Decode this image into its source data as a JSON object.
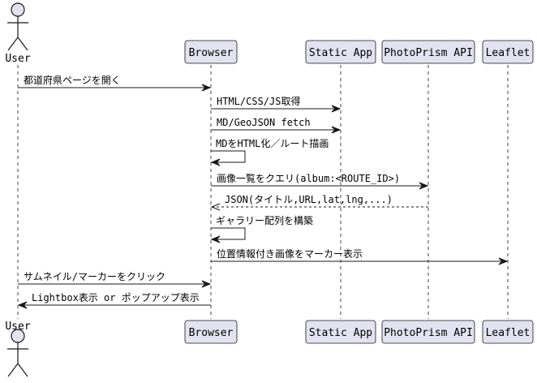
{
  "participants": [
    {
      "id": "user",
      "label": "User",
      "kind": "actor"
    },
    {
      "id": "browser",
      "label": "Browser",
      "kind": "participant"
    },
    {
      "id": "static",
      "label": "Static App",
      "kind": "participant"
    },
    {
      "id": "photoprism",
      "label": "PhotoPrism API",
      "kind": "participant"
    },
    {
      "id": "leaflet",
      "label": "Leaflet",
      "kind": "participant"
    }
  ],
  "messages": [
    {
      "from": "user",
      "to": "browser",
      "label": "都道府県ページを開く",
      "style": "solid"
    },
    {
      "from": "browser",
      "to": "static",
      "label": "HTML/CSS/JS取得",
      "style": "solid"
    },
    {
      "from": "browser",
      "to": "static",
      "label": "MD/GeoJSON fetch",
      "style": "solid"
    },
    {
      "from": "browser",
      "to": "browser",
      "label": "MDをHTML化／ルート描画",
      "style": "self"
    },
    {
      "from": "browser",
      "to": "photoprism",
      "label": "画像一覧をクエリ(album:<ROUTE_ID>)",
      "style": "solid"
    },
    {
      "from": "photoprism",
      "to": "browser",
      "label": "JSON(タイトル,URL,lat,lng,...)",
      "style": "dashed"
    },
    {
      "from": "browser",
      "to": "browser",
      "label": "ギャラリー配列を構築",
      "style": "self"
    },
    {
      "from": "browser",
      "to": "leaflet",
      "label": "位置情報付き画像をマーカー表示",
      "style": "solid"
    },
    {
      "from": "user",
      "to": "browser",
      "label": "サムネイル/マーカーをクリック",
      "style": "solid"
    },
    {
      "from": "browser",
      "to": "user",
      "label": "Lightbox表示 or ポップアップ表示",
      "style": "solid"
    }
  ],
  "colors": {
    "box_fill": "#e2e2f0",
    "box_stroke": "#181818",
    "line": "#181818",
    "lifeline": "#181818"
  }
}
